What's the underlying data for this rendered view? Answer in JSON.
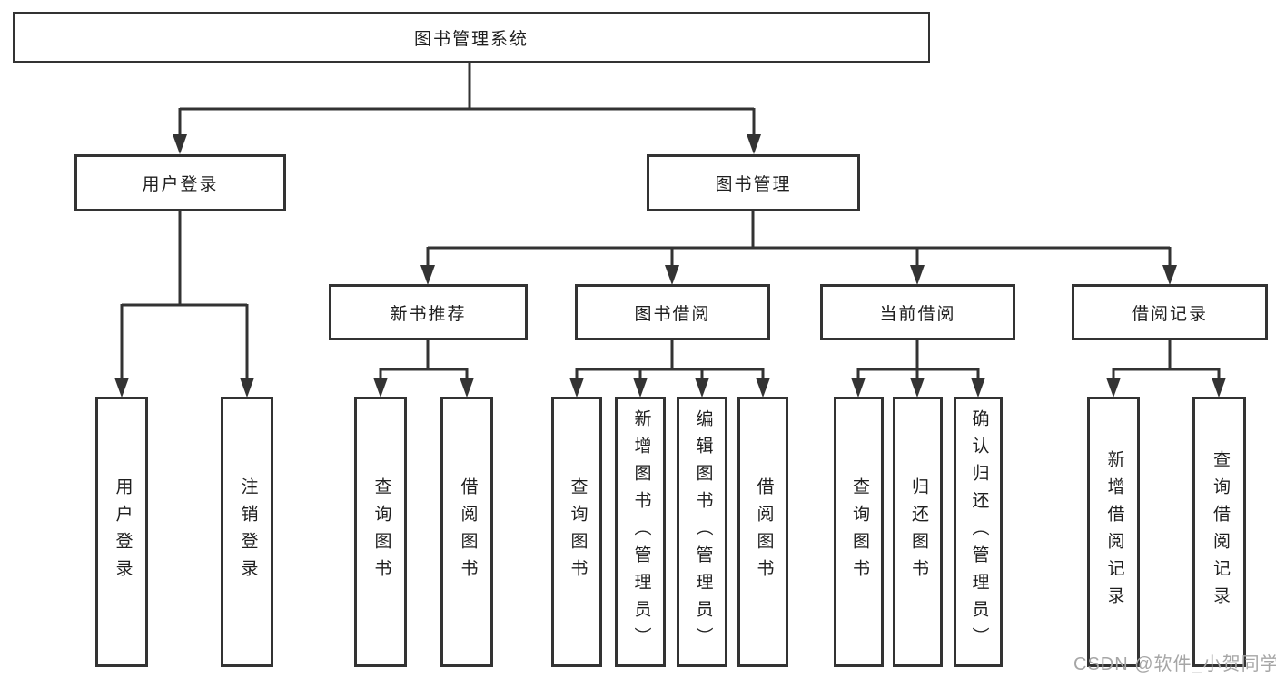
{
  "diagram": {
    "root": {
      "label": "图书管理系统"
    },
    "branches": [
      {
        "label": "用户登录",
        "children": [
          {
            "label": "用户登录"
          },
          {
            "label": "注销登录"
          }
        ]
      },
      {
        "label": "图书管理",
        "sections": [
          {
            "label": "新书推荐",
            "children": [
              {
                "label": "查询图书"
              },
              {
                "label": "借阅图书"
              }
            ]
          },
          {
            "label": "图书借阅",
            "children": [
              {
                "label": "查询图书"
              },
              {
                "label": "新增图书（管理员）"
              },
              {
                "label": "编辑图书（管理员）"
              },
              {
                "label": "借阅图书"
              }
            ]
          },
          {
            "label": "当前借阅",
            "children": [
              {
                "label": "查询图书"
              },
              {
                "label": "归还图书"
              },
              {
                "label": "确认归还（管理员）"
              }
            ]
          },
          {
            "label": "借阅记录",
            "children": [
              {
                "label": "新增借阅记录"
              },
              {
                "label": "查询借阅记录"
              }
            ]
          }
        ]
      }
    ]
  },
  "watermark": {
    "text": "CSDN @软件_小贺同学"
  },
  "colors": {
    "line": "#333333",
    "text": "#1f1f1f",
    "watermark": "#a6a6a6",
    "background": "#ffffff"
  }
}
